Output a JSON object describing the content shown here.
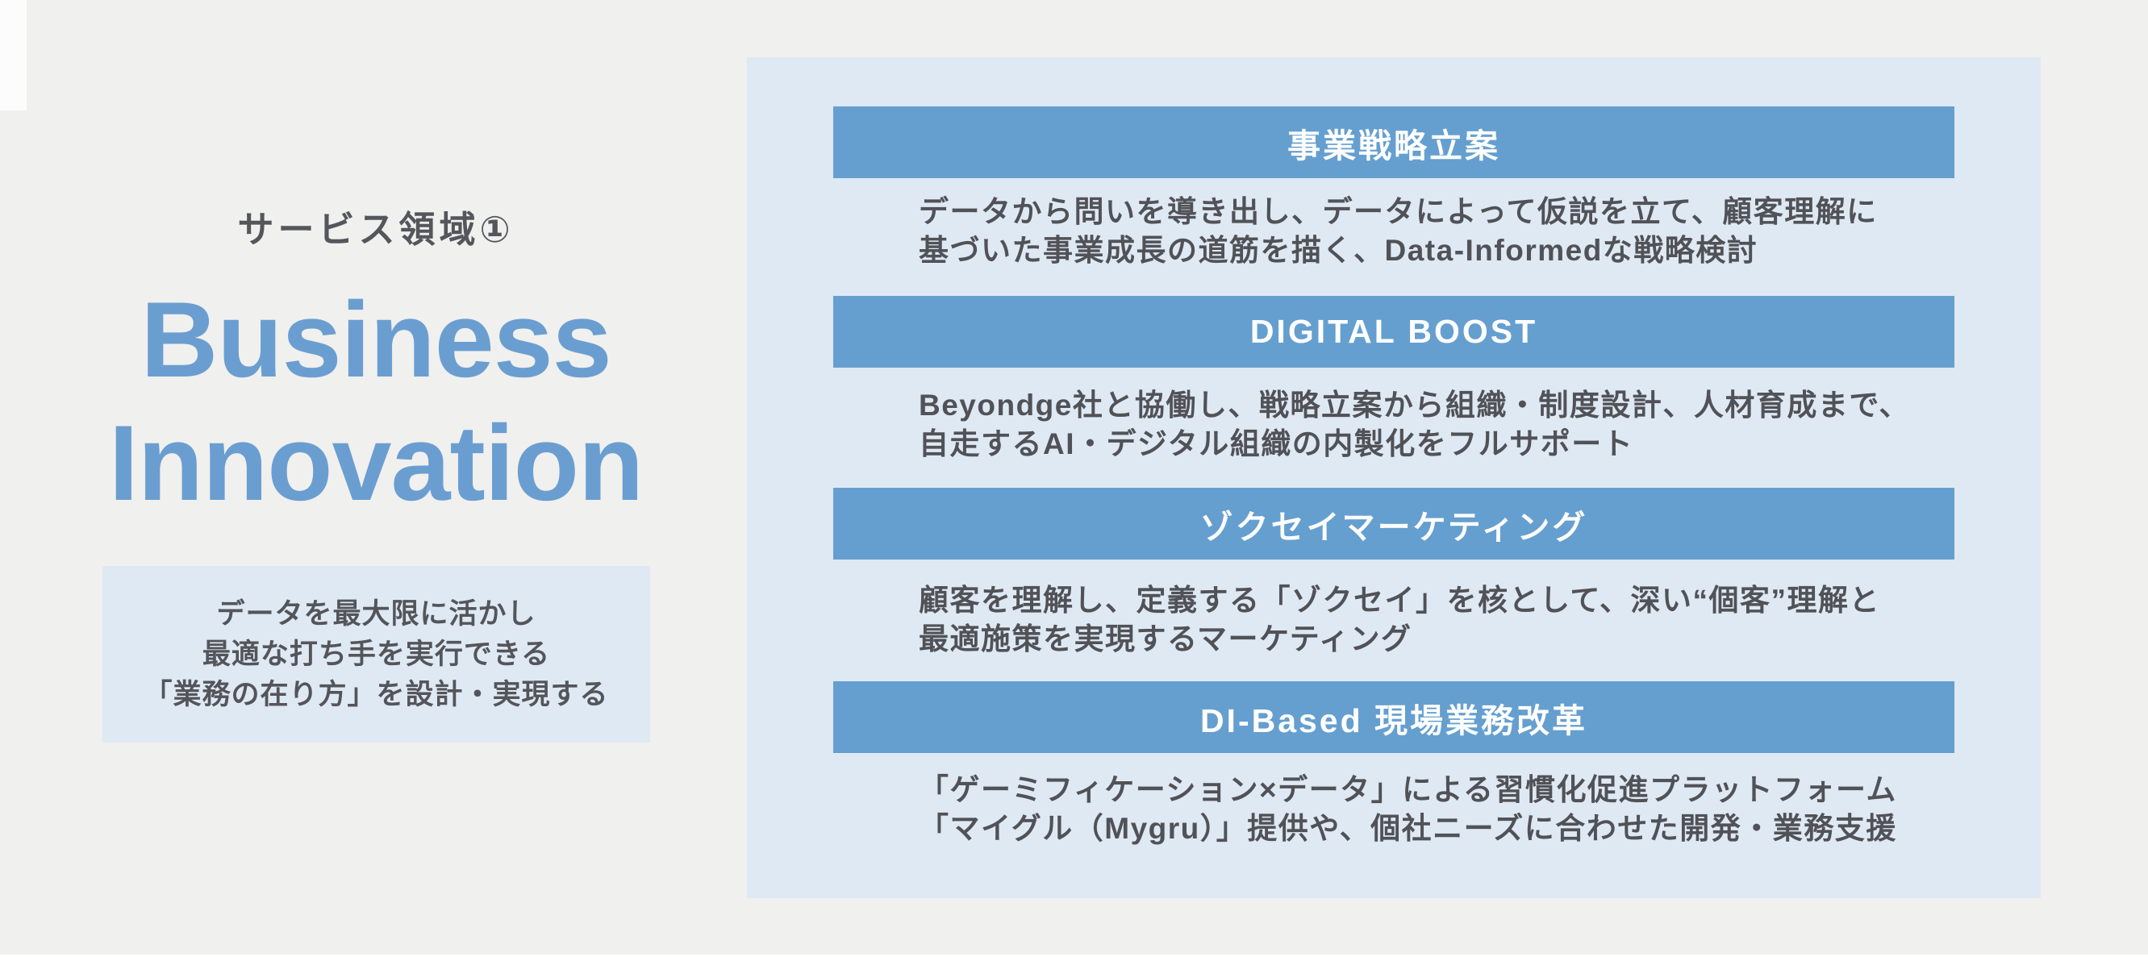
{
  "left": {
    "kicker": "サービス領域①",
    "title_line1": "Business",
    "title_line2": "Innovation",
    "description_lines": [
      "データを最大限に活かし",
      "最適な打ち手を実行できる",
      "「業務の在り方」を設計・実現する"
    ]
  },
  "right_sections": [
    {
      "title": "事業戦略立案",
      "body_line1": "データから問いを導き出し、データによって仮説を立て、顧客理解に",
      "body_line2": "基づいた事業成長の道筋を描く、Data-Informedな戦略検討"
    },
    {
      "title": "DIGITAL BOOST",
      "body_line1": "Beyondge社と協働し、戦略立案から組織・制度設計、人材育成まで、",
      "body_line2": "自走するAI・デジタル組織の内製化をフルサポート"
    },
    {
      "title": "ゾクセイマーケティング",
      "body_line1": "顧客を理解し、定義する「ゾクセイ」を核として、深い“個客”理解と",
      "body_line2": "最適施策を実現するマーケティング"
    },
    {
      "title": "DI-Based 現場業務改革",
      "body_line1": "「ゲーミフィケーション×データ」による習慣化促進プラットフォーム",
      "body_line2": "「マイグル（Mygru）」提供や、個社ニーズに合わせた開発・業務支援"
    }
  ],
  "colors": {
    "page_background": "#f0f0ef",
    "panel_background": "#dfe9f4",
    "bar_blue": "#659fcf",
    "title_blue": "#6b9ed0",
    "text_dark_gray": "#515257",
    "bar_text": "#ffffff"
  }
}
